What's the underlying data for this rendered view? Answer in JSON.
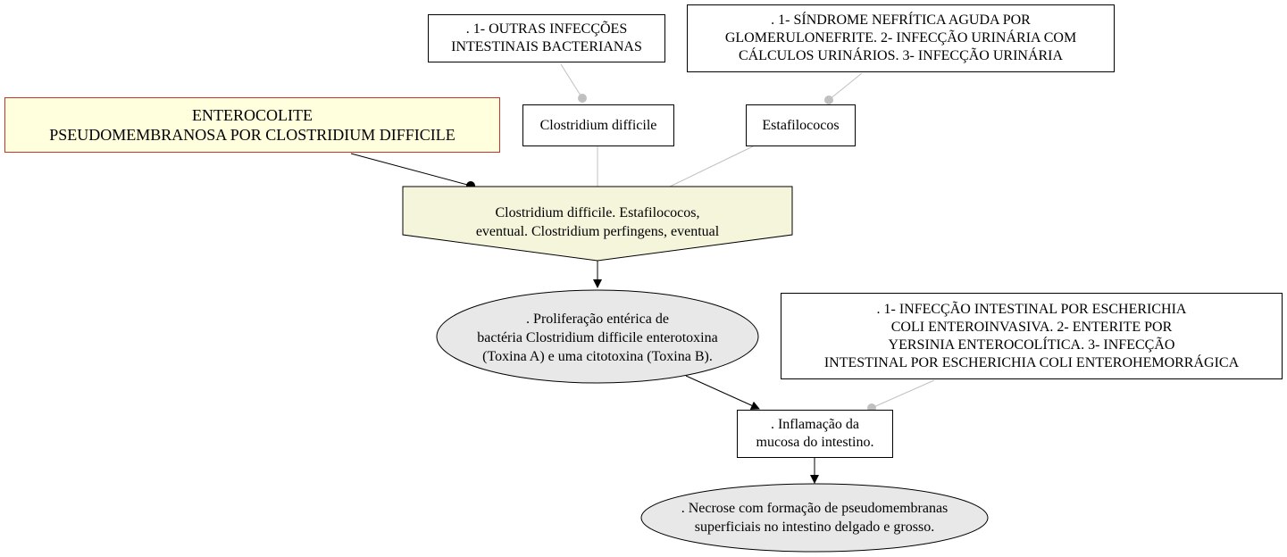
{
  "diagram": {
    "title_node": {
      "lines": [
        "ENTEROCOLITE",
        "PSEUDOMEMBRANOSA POR CLOSTRIDIUM DIFFICILE"
      ],
      "fill": "#ffffdd",
      "border": "#c8302a"
    },
    "agents_node": {
      "lines": [
        "Clostridium difficile. Estafilococos,",
        "eventual. Clostridium perfingens, eventual"
      ],
      "fill": "#f5f5dc"
    },
    "clostridium_node": {
      "text": "Clostridium difficile"
    },
    "estafilococos_node": {
      "text": "Estafilococos"
    },
    "clostridium_diff_node": {
      "lines": [
        ". 1- OUTRAS INFECÇÕES",
        "INTESTINAIS BACTERIANAS"
      ]
    },
    "estafilococos_diff_node": {
      "lines": [
        ". 1- SÍNDROME NEFRÍTICA AGUDA POR",
        "GLOMERULONEFRITE. 2- INFECÇÃO URINÁRIA COM",
        "CÁLCULOS URINÁRIOS. 3- INFECÇÃO URINÁRIA"
      ]
    },
    "proliferation_node": {
      "lines": [
        ". Proliferação entérica de",
        "bactéria Clostridium difficile enterotoxina",
        "(Toxina A) e uma citotoxina (Toxina B)."
      ],
      "fill": "#e8e8e8"
    },
    "inflammation_node": {
      "lines": [
        ". Inflamação da",
        "mucosa do intestino."
      ]
    },
    "inflammation_diff_node": {
      "lines": [
        ". 1- INFECÇÃO INTESTINAL POR ESCHERICHIA",
        "COLI ENTEROINVASIVA. 2- ENTERITE POR",
        "YERSINIA ENTEROCOLÍTICA. 3- INFECÇÃO",
        "INTESTINAL POR ESCHERICHIA COLI ENTEROHEMORRÁGICA"
      ]
    },
    "necrosis_node": {
      "lines": [
        ". Necrose com formação de pseudomembranas",
        "superficiais no intestino delgado e grosso."
      ],
      "fill": "#e8e8e8"
    },
    "colors": {
      "edge": "#000000",
      "association_edge": "#c0c0c0"
    }
  }
}
